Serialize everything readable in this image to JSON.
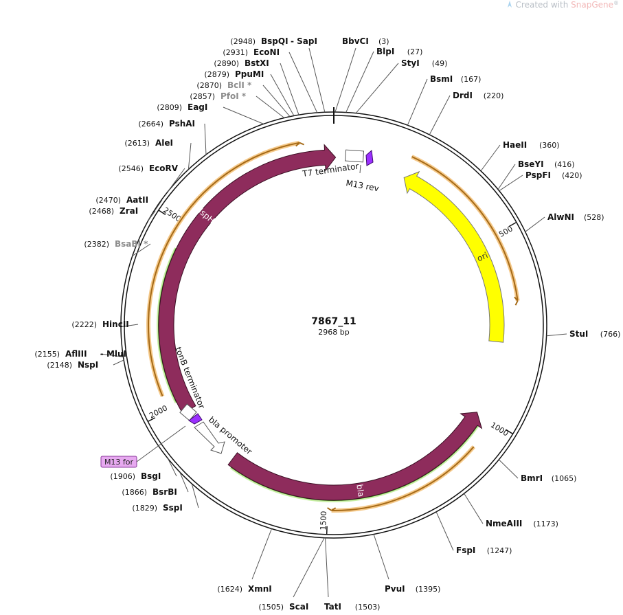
{
  "watermark": {
    "prefix": "Created with ",
    "brand": "SnapGene",
    "suffix": "®"
  },
  "plasmid": {
    "name": "7867_11",
    "length_bp": 2968,
    "length_label": "2968 bp"
  },
  "ruler": {
    "ticks": [
      500,
      1000,
      1500,
      2000,
      2500
    ]
  },
  "features": [
    {
      "name": "lspH",
      "label": "lspH",
      "start": 1976,
      "end": 2973,
      "direction": "forward",
      "color": "#8e2c5c",
      "label_on_arc": true
    },
    {
      "name": "bla",
      "label": "bla",
      "start": 1000,
      "end": 1790,
      "direction": "reverse",
      "color": "#8e2c5c",
      "label_on_arc": true
    },
    {
      "name": "ori",
      "label": "ori",
      "start": 210,
      "end": 790,
      "direction": "reverse",
      "color": "#ffff00",
      "label_on_arc": true
    },
    {
      "name": "T7 terminator",
      "label": "T7 terminator",
      "start": 11,
      "end": 58,
      "direction": "none",
      "color": "#ffffff"
    },
    {
      "name": "M13 rev",
      "label": "M13 rev",
      "start": 62,
      "end": 80,
      "direction": "reverse",
      "color": "#9b30ff"
    },
    {
      "name": "tonB terminator",
      "label": "tonB terminator",
      "start": 1946,
      "end": 1985,
      "direction": "none",
      "color": "#ffffff"
    },
    {
      "name": "M13 for",
      "label": "M13 for",
      "start": 1902,
      "end": 1928,
      "direction": "forward",
      "color": "#9b30ff"
    },
    {
      "name": "bla promoter",
      "label": "bla promoter",
      "start": 1791,
      "end": 1895,
      "direction": "reverse",
      "color": "#ffffff"
    }
  ],
  "orange_tracks": [
    {
      "start": 2040,
      "end": 2880
    },
    {
      "start": 205,
      "end": 680
    },
    {
      "start": 1080,
      "end": 1490
    }
  ],
  "green_tracks": [
    {
      "start": 2010,
      "end": 2440
    },
    {
      "start": 1030,
      "end": 1780
    }
  ],
  "primers": [
    {
      "name": "M13 for",
      "label": "M13 for"
    }
  ],
  "sites": [
    {
      "name": "BspQI",
      "extra": "SapI",
      "pos": 2948,
      "dim": false
    },
    {
      "name": "EcoNI",
      "pos": 2931,
      "dim": false
    },
    {
      "name": "BstXI",
      "pos": 2890,
      "dim": false
    },
    {
      "name": "PpuMI",
      "pos": 2879,
      "dim": false
    },
    {
      "name": "BclI *",
      "pos": 2870,
      "dim": true
    },
    {
      "name": "PfoI *",
      "pos": 2857,
      "dim": true
    },
    {
      "name": "EagI",
      "pos": 2809,
      "dim": false
    },
    {
      "name": "PshAI",
      "pos": 2664,
      "dim": false
    },
    {
      "name": "AleI",
      "pos": 2613,
      "dim": false
    },
    {
      "name": "EcoRV",
      "pos": 2546,
      "dim": false
    },
    {
      "name": "AatII",
      "pos": 2470,
      "dim": false
    },
    {
      "name": "ZraI",
      "pos": 2468,
      "dim": false
    },
    {
      "name": "BsaBI *",
      "pos": 2382,
      "dim": true
    },
    {
      "name": "HincII",
      "pos": 2222,
      "dim": false
    },
    {
      "name": "AflIII",
      "extra": "MluI",
      "pos": 2155,
      "dim": false
    },
    {
      "name": "NspI",
      "pos": 2148,
      "dim": false
    },
    {
      "name": "BsgI",
      "pos": 1906,
      "dim": false
    },
    {
      "name": "BsrBI",
      "pos": 1866,
      "dim": false
    },
    {
      "name": "SspI",
      "pos": 1829,
      "dim": false
    },
    {
      "name": "XmnI",
      "pos": 1624,
      "dim": false
    },
    {
      "name": "ScaI",
      "pos": 1505,
      "dim": false
    },
    {
      "name": "TatI",
      "pos": 1503,
      "dim": false
    },
    {
      "name": "PvuI",
      "pos": 1395,
      "dim": false
    },
    {
      "name": "FspI",
      "pos": 1247,
      "dim": false
    },
    {
      "name": "NmeAIII",
      "pos": 1173,
      "dim": false
    },
    {
      "name": "BmrI",
      "pos": 1065,
      "dim": false
    },
    {
      "name": "StuI",
      "pos": 766,
      "dim": false
    },
    {
      "name": "AlwNI",
      "pos": 528,
      "dim": false
    },
    {
      "name": "PspFI",
      "pos": 420,
      "dim": false
    },
    {
      "name": "BseYI",
      "pos": 416,
      "dim": false
    },
    {
      "name": "HaeII",
      "pos": 360,
      "dim": false
    },
    {
      "name": "DrdI",
      "pos": 220,
      "dim": false
    },
    {
      "name": "BsmI",
      "pos": 167,
      "dim": false
    },
    {
      "name": "StyI",
      "pos": 49,
      "dim": false
    },
    {
      "name": "BlpI",
      "pos": 27,
      "dim": false
    },
    {
      "name": "BbvCI",
      "pos": 3,
      "dim": false
    }
  ]
}
